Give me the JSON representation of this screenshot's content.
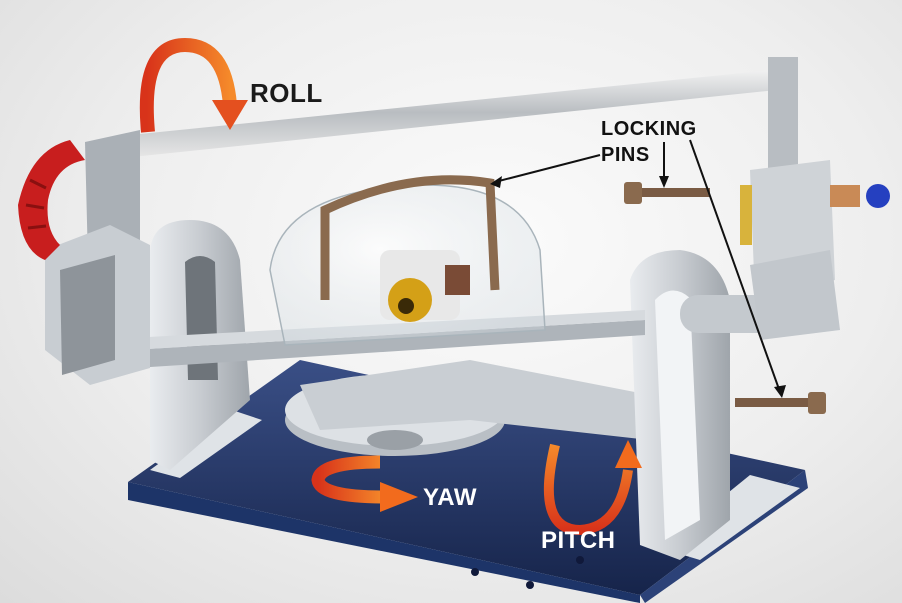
{
  "labels": {
    "roll": "ROLL",
    "locking_line1": "LOCKING",
    "locking_line2": "PINS",
    "yaw": "YAW",
    "pitch": "PITCH"
  },
  "colors": {
    "arrow_orange": "#f26b1d",
    "arrow_red": "#d8331a",
    "base_blue": "#24376a",
    "handle_red": "#c81e1e",
    "bronze": "#8a6a4e",
    "brass": "#d4a017"
  }
}
